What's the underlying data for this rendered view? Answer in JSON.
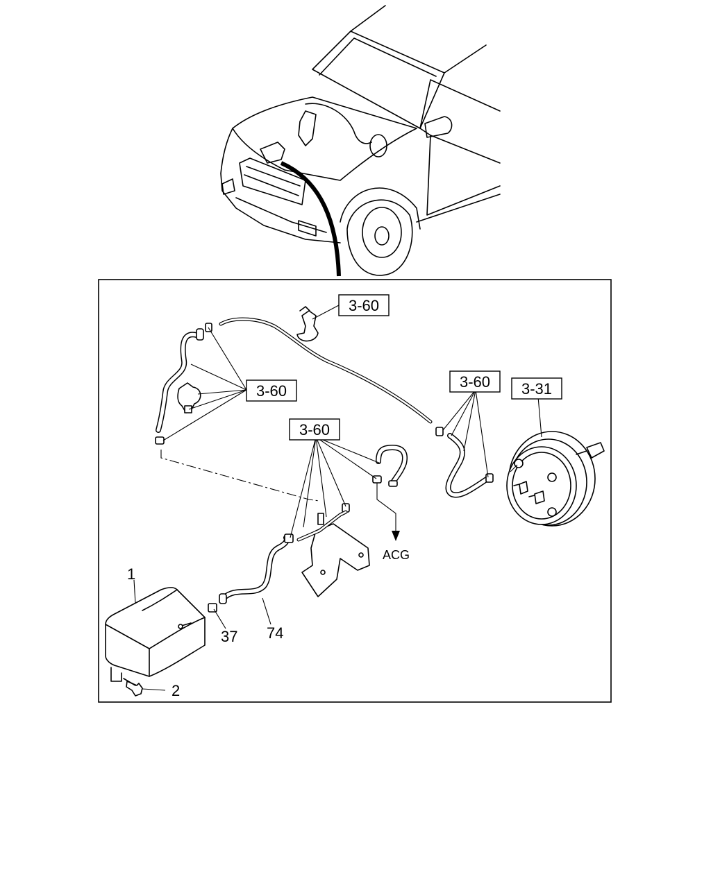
{
  "callouts": {
    "ref_top": "3-60",
    "ref_left": "3-60",
    "ref_center": "3-60",
    "ref_right": "3-60",
    "ref_booster": "3-31",
    "part_1": "1",
    "part_2": "2",
    "part_37": "37",
    "part_74": "74",
    "acg": "ACG"
  }
}
